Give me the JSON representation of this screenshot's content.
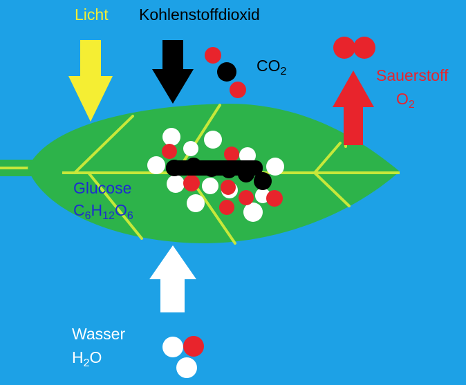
{
  "labels": {
    "light": "Licht",
    "co2_name": "Kohlenstoffdioxid",
    "co2_formula": {
      "element": "CO",
      "index": "2"
    },
    "oxygen_name": "Sauerstoff",
    "oxygen_formula": {
      "element": "O",
      "index": "2"
    },
    "glucose_name": "Glucose",
    "glucose_formula": {
      "c": "C",
      "c_index": "6",
      "h": "H",
      "h_index": "12",
      "o": "O",
      "o_index": "6"
    },
    "water_name": "Wasser",
    "water_formula": {
      "h": "H",
      "h_index": "2",
      "o": "O"
    }
  },
  "colors": {
    "background": "#1da1e6",
    "leaf": "#2db34a",
    "leaf_veins": "#c7e83a",
    "light": "#f5ee33",
    "co2": "#000000",
    "oxygen": "#e8242c",
    "glucose": "#1e2bd1",
    "water": "#ffffff"
  }
}
